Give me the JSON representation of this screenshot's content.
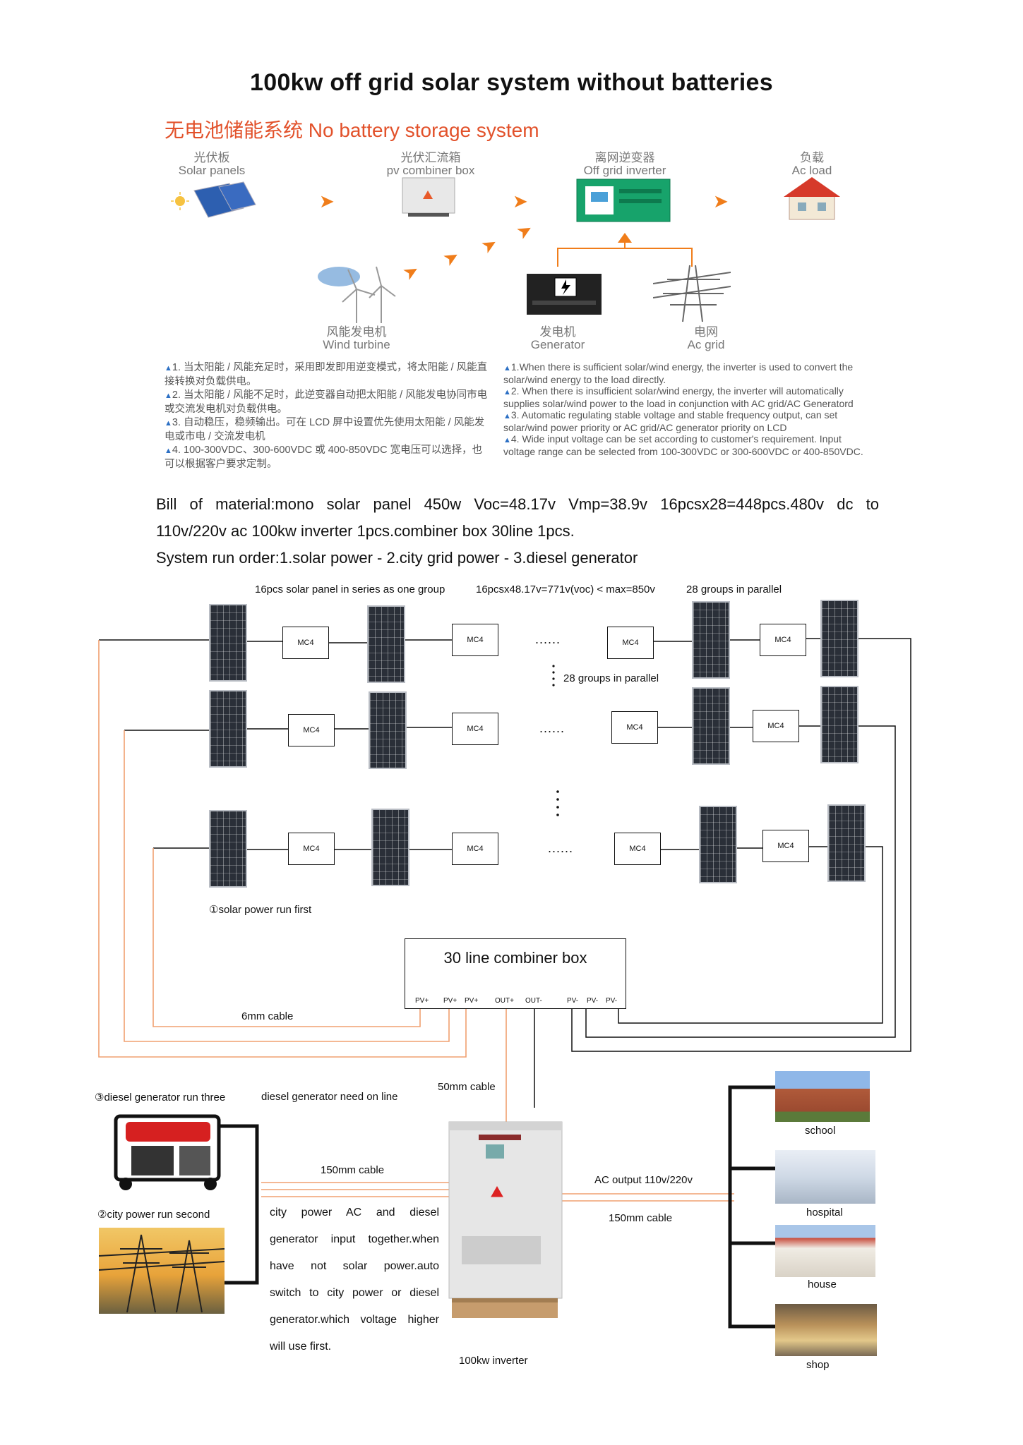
{
  "title": "100kw off grid solar system without batteries",
  "no_battery_heading": "无电池储能系统 No battery storage system",
  "flow": {
    "solar_panels": {
      "cn": "光伏板",
      "en": "Solar panels"
    },
    "combiner_box": {
      "cn": "光伏汇流箱",
      "en": "pv combiner box"
    },
    "inverter": {
      "cn": "离网逆变器",
      "en": "Off grid inverter"
    },
    "load": {
      "cn": "负载",
      "en": "Ac load"
    },
    "wind_turbine": {
      "cn": "风能发电机",
      "en": "Wind turbine"
    },
    "generator": {
      "cn": "发电机",
      "en": "Generator"
    },
    "ac_grid": {
      "cn": "电网",
      "en": "Ac grid"
    }
  },
  "notes_cn": [
    "1. 当太阳能 / 风能充足时，采用即发即用逆变模式，将太阳能 / 风能直接转换对负载供电。",
    "2. 当太阳能 / 风能不足时，此逆变器自动把太阳能 / 风能发电协同市电或交流发电机对负载供电。",
    "3. 自动稳压，稳频输出。可在 LCD 屏中设置优先使用太阳能 / 风能发电或市电 / 交流发电机",
    "4. 100-300VDC、300-600VDC 或 400-850VDC 宽电压可以选择，也可以根据客户要求定制。"
  ],
  "notes_en": [
    "1.When there is sufficient solar/wind energy, the inverter is used to convert the solar/wind energy to the load directly.",
    "2. When there is insufficient solar/wind energy, the inverter will automatically supplies solar/wind power to the load in conjunction with AC grid/AC Generatord",
    "3. Automatic regulating stable voltage and stable frequency output, can set solar/wind power priority or AC grid/AC generator priority on LCD",
    "4. Wide input voltage can be set according to customer's requirement. Input voltage range can be selected from 100-300VDC or 300-600VDC or 400-850VDC."
  ],
  "bom": {
    "line1": "Bill of material:mono solar panel 450w Voc=48.17v Vmp=38.9v 16pcsx28=448pcs.480v dc to",
    "line2": "110v/220v ac 100kw inverter 1pcs.combiner box 30line 1pcs.",
    "line3": "System run order:1.solar power - 2.city grid power - 3.diesel generator"
  },
  "array": {
    "series_label": "16pcs solar panel in series as one group",
    "voc_label": "16pcsx48.17v=771v(voc) < max=850v",
    "parallel_label": "28 groups in parallel",
    "parallel_mid_label": "28 groups in parallel",
    "dots": "......",
    "mc4": "MC4",
    "solar_first": "①solar power run first"
  },
  "combiner": {
    "title": "30 line combiner box",
    "ports": [
      "PV+",
      "PV+",
      "PV+",
      "OUT+",
      "OUT-",
      "PV-",
      "PV-",
      "PV-"
    ]
  },
  "cables": {
    "six_mm": "6mm cable",
    "fifty_mm": "50mm cable",
    "one_fifty_left": "150mm cable",
    "one_fifty_right": "150mm cable"
  },
  "diesel": {
    "label": "③diesel generator run three",
    "note": "diesel generator need on line"
  },
  "city": {
    "label": "②city power run second"
  },
  "inverter_desc": [
    "city power AC and diesel",
    "generator input together.when",
    "have not solar power.auto",
    "switch to city power or diesel",
    "generator.which voltage higher",
    "will use first."
  ],
  "inverter_label": "100kw inverter",
  "ac_output": "AC output 110v/220v",
  "loads": [
    "school",
    "hospital",
    "house",
    "shop"
  ],
  "colors": {
    "cable_orange": "#f0a070",
    "title_red": "#e2512a",
    "arrow_orange": "#f07d1a"
  }
}
